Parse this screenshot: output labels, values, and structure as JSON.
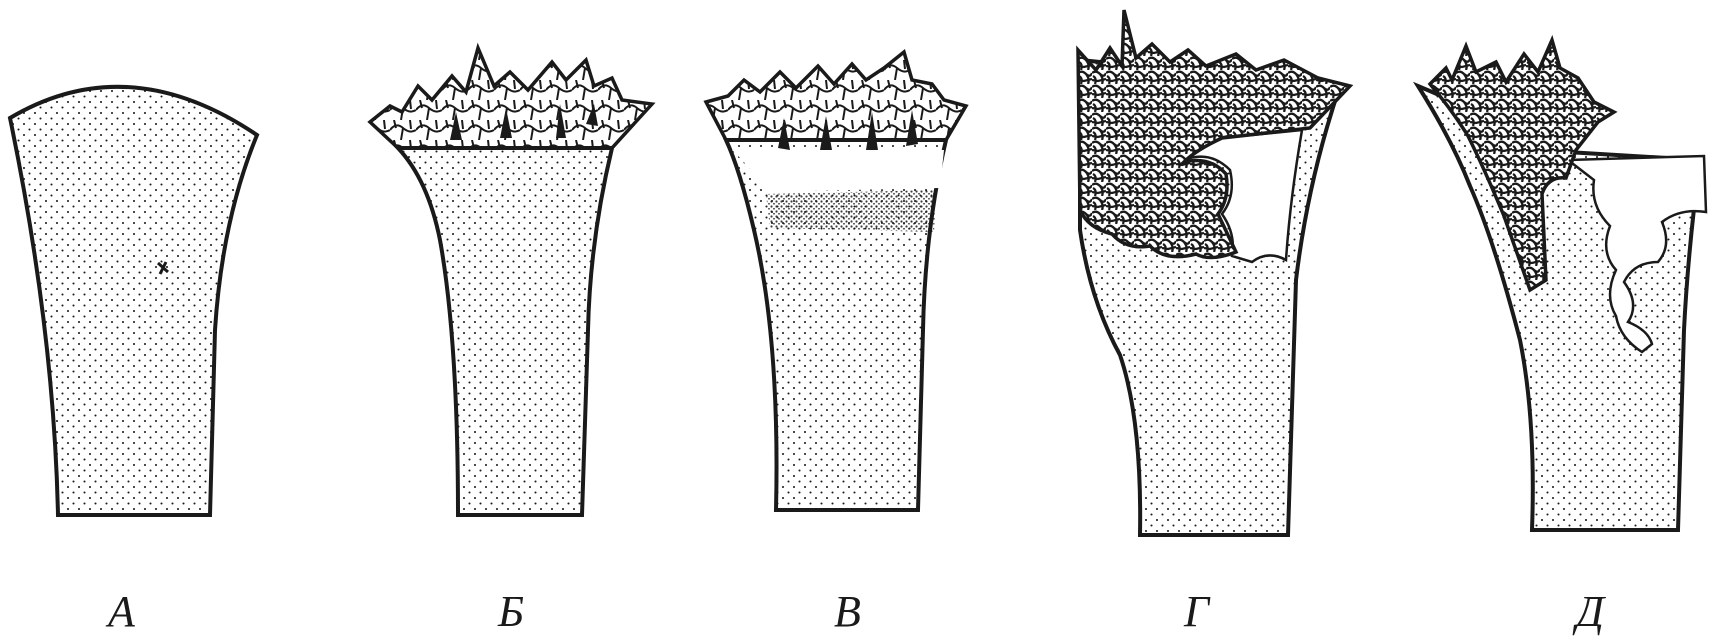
{
  "figure": {
    "panels": [
      {
        "id": "A",
        "label": "А",
        "top_style": "smooth-dome"
      },
      {
        "id": "B",
        "label": "Б",
        "top_style": "spiky-crown"
      },
      {
        "id": "V",
        "label": "В",
        "top_style": "spiky-crown-with-dense-band"
      },
      {
        "id": "G",
        "label": "Г",
        "top_style": "spiky-crown-with-notch"
      },
      {
        "id": "D",
        "label": "Д",
        "top_style": "lateral-network-with-erosion"
      }
    ],
    "colors": {
      "ink": "#1a1a1a",
      "paper": "#ffffff"
    }
  }
}
